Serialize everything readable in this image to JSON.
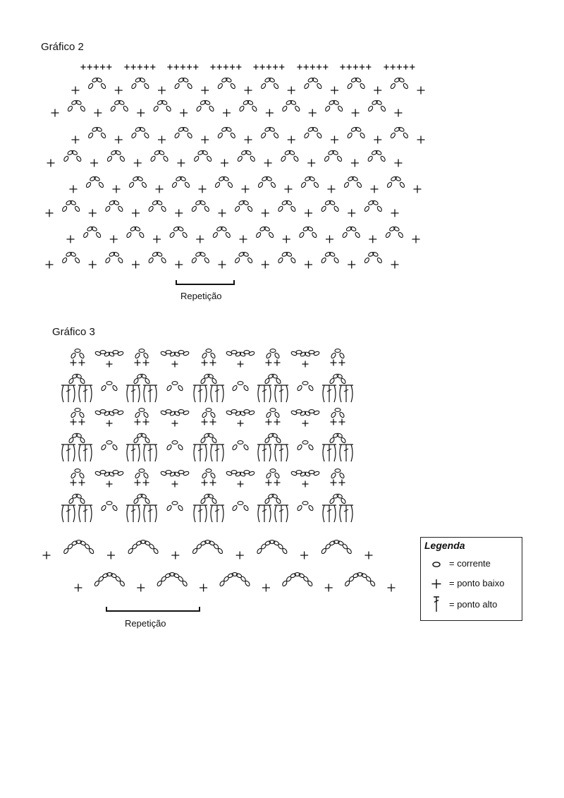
{
  "charts": [
    {
      "title": "Gráfico 2",
      "repeat_label": "Repetição"
    },
    {
      "title": "Gráfico 3",
      "repeat_label": "Repetição"
    }
  ],
  "legend": {
    "title": "Legenda",
    "items": [
      {
        "icon": "chain-icon",
        "label": "= corrente"
      },
      {
        "icon": "single-crochet-icon",
        "label": "= ponto baixo"
      },
      {
        "icon": "double-crochet-icon",
        "label": "= ponto alto"
      }
    ]
  },
  "colors": {
    "ink": "#111111",
    "background": "#ffffff"
  }
}
